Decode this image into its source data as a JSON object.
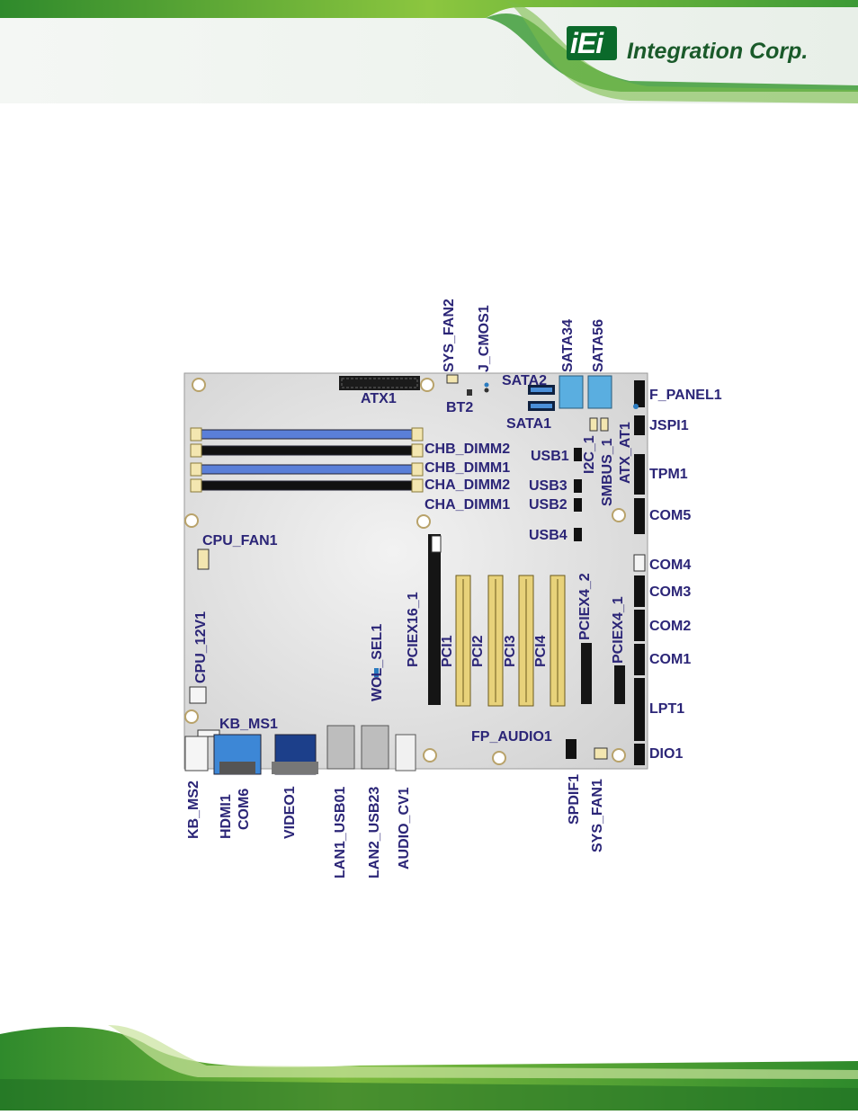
{
  "logo": {
    "brand": "iEi",
    "name": "Integration Corp."
  },
  "colors": {
    "label": "#2b2577",
    "green_dark": "#0b6a2b",
    "dimm_blue": "#5a7fd8",
    "dimm_black": "#111111",
    "board": "#e2e2e2"
  },
  "labels": {
    "atx1": "ATX1",
    "bt2": "BT2",
    "sata2": "SATA2",
    "sata1": "SATA1",
    "f_panel1": "F_PANEL1",
    "jspi1": "JSPI1",
    "chb_dimm2": "CHB_DIMM2",
    "chb_dimm1": "CHB_DIMM1",
    "cha_dimm2": "CHA_DIMM2",
    "cha_dimm1": "CHA_DIMM1",
    "usb1": "USB1",
    "usb3": "USB3",
    "usb2": "USB2",
    "usb4": "USB4",
    "tpm1": "TPM1",
    "com5": "COM5",
    "cpu_fan1": "CPU_FAN1",
    "com4": "COM4",
    "com3": "COM3",
    "com2": "COM2",
    "com1": "COM1",
    "lpt1": "LPT1",
    "kb_ms1": "KB_MS1",
    "fp_audio1": "FP_AUDIO1",
    "dio1": "DIO1",
    "sys_fan2": "SYS_FAN2",
    "j_cmos1": "J_CMOS1",
    "sata34": "SATA34",
    "sata56": "SATA56",
    "i2c_1": "I2C_1",
    "smbus_1": "SMBUS_1",
    "atx_at1": "ATX_AT1",
    "cpu_12v1": "CPU_12V1",
    "wol_sel1": "WOL_SEL1",
    "pciex16_1": "PCIEX16_1",
    "pci1": "PCI1",
    "pci2": "PCI2",
    "pci3": "PCI3",
    "pci4": "PCI4",
    "pciex4_2": "PCIEX4_2",
    "pciex4_1": "PCIEX4_1",
    "kb_ms2": "KB_MS2",
    "hdmi1": "HDMI1",
    "com6": "COM6",
    "video1": "VIDEO1",
    "lan1_usb01": "LAN1_USB01",
    "lan2_usb23": "LAN2_USB23",
    "audio_cv1": "AUDIO_CV1",
    "spdif1": "SPDIF1",
    "sys_fan1": "SYS_FAN1"
  }
}
